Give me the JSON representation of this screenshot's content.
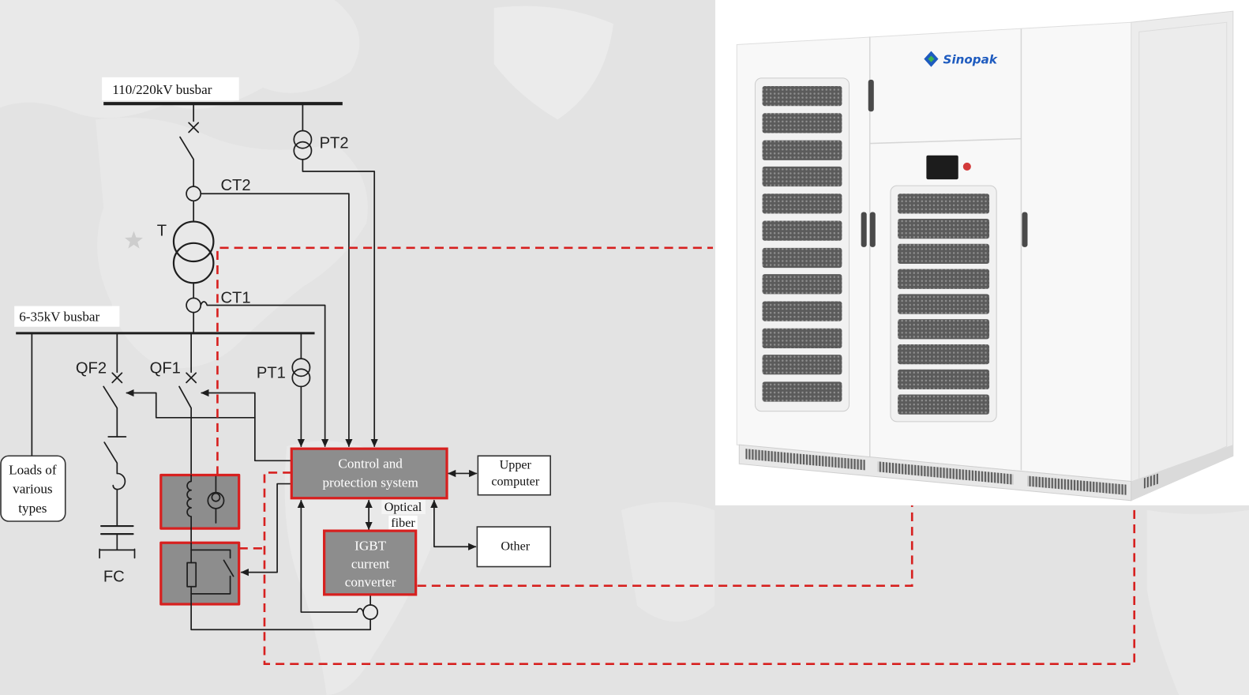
{
  "diagram": {
    "busbar_high_label": "110/220kV busbar",
    "busbar_low_label": "6-35kV busbar",
    "labels": {
      "pt2": "PT2",
      "ct2": "CT2",
      "t": "T",
      "ct1": "CT1",
      "qf2": "QF2",
      "qf1": "QF1",
      "pt1": "PT1",
      "fc": "FC"
    },
    "loads_box": [
      "Loads of",
      "various",
      "types"
    ],
    "control_box": [
      "Control and",
      "protection system"
    ],
    "upper_computer_box": [
      "Upper",
      "computer"
    ],
    "optical_fiber_label": [
      "Optical",
      "fiber"
    ],
    "igbt_box": [
      "IGBT",
      "current",
      "converter"
    ],
    "other_box": "Other"
  },
  "product_photo": {
    "brand_logo_text": "Sinopak"
  },
  "colors": {
    "highlight_red": "#d7201f",
    "module_fill": "#8d8d8d",
    "brand_blue": "#1e5bbf"
  }
}
